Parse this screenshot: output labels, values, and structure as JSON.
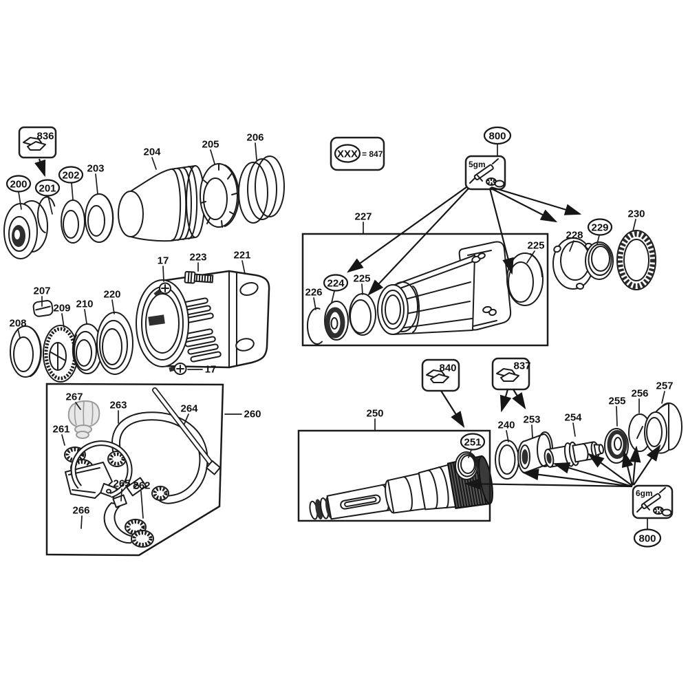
{
  "figure": {
    "kind": "exploded-parts-diagram",
    "background": "#ffffff",
    "line_color": "#1b1b1b"
  },
  "legend": {
    "code": "XXX",
    "value": "= 847"
  },
  "grease_top": {
    "amount": "5gm",
    "ref": "800"
  },
  "grease_bottom": {
    "amount": "6gm",
    "ref": "800"
  },
  "labels": {
    "p17a": "17",
    "p17b": "17",
    "p200": "200",
    "p201": "201",
    "p202": "202",
    "p203": "203",
    "p204": "204",
    "p205": "205",
    "p206": "206",
    "p207": "207",
    "p208": "208",
    "p209": "209",
    "p210": "210",
    "p220": "220",
    "p221": "221",
    "p223": "223",
    "p224": "224",
    "p225a": "225",
    "p225b": "225",
    "p226": "226",
    "p227": "227",
    "p228": "228",
    "p229": "229",
    "p230": "230",
    "p240": "240",
    "p250": "250",
    "p251": "251",
    "p253": "253",
    "p254": "254",
    "p255": "255",
    "p256": "256",
    "p257": "257",
    "p260": "260",
    "p261": "261",
    "p262": "262",
    "p263": "263",
    "p264": "264",
    "p265": "265",
    "p266": "266",
    "p267": "267",
    "p800a": "800",
    "p800b": "800",
    "p836": "836",
    "p837": "837",
    "p840": "840"
  }
}
